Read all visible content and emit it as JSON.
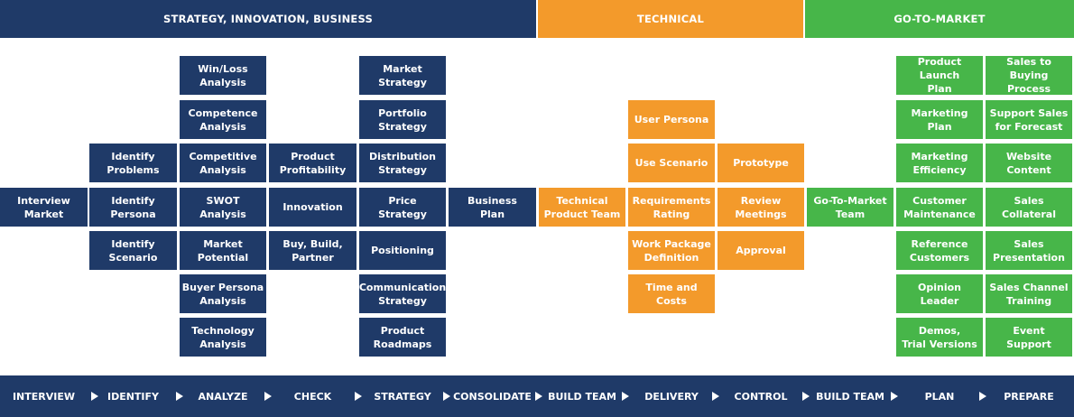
{
  "phases": {
    "strategy": "STRATEGY, INNOVATION, BUSINESS",
    "technical": "TECHNICAL",
    "gtm": "GO-TO-MARKET"
  },
  "colors": {
    "navy": "#1f3a68",
    "orange": "#f39a2b",
    "green": "#47b649"
  },
  "boxes": {
    "interview_market": "Interview\nMarket",
    "identify_problems": "Identify\nProblems",
    "identify_persona": "Identify\nPersona",
    "identify_scenario": "Identify\nScenario",
    "winloss_analysis": "Win/Loss\nAnalysis",
    "competence_analysis": "Competence\nAnalysis",
    "competitive_analysis": "Competitive\nAnalysis",
    "swot_analysis": "SWOT\nAnalysis",
    "market_potential": "Market\nPotential",
    "buyer_persona_analysis": "Buyer Persona\nAnalysis",
    "technology_analysis": "Technology\nAnalysis",
    "product_profitability": "Product\nProfitability",
    "innovation": "Innovation",
    "buy_build_partner": "Buy, Build,\nPartner",
    "market_strategy": "Market\nStrategy",
    "portfolio_strategy": "Portfolio\nStrategy",
    "distribution_strategy": "Distribution\nStrategy",
    "price_strategy": "Price\nStrategy",
    "positioning": "Positioning",
    "communication_strategy": "Communication\nStrategy",
    "product_roadmaps": "Product\nRoadmaps",
    "business_plan": "Business\nPlan",
    "technical_product_team": "Technical\nProduct Team",
    "user_persona": "User Persona",
    "use_scenario": "Use Scenario",
    "requirements_rating": "Requirements\nRating",
    "work_package_definition": "Work Package\nDefinition",
    "time_and_costs": "Time and\nCosts",
    "prototype": "Prototype",
    "review_meetings": "Review\nMeetings",
    "approval": "Approval",
    "gtm_team": "Go-To-Market\nTeam",
    "product_launch_plan": "Product Launch\nPlan",
    "marketing_plan": "Marketing\nPlan",
    "marketing_efficiency": "Marketing\nEfficiency",
    "customer_maintenance": "Customer\nMaintenance",
    "reference_customers": "Reference\nCustomers",
    "opinion_leader": "Opinion\nLeader",
    "demos_trial_versions": "Demos,\nTrial Versions",
    "sales_to_buying_process": "Sales to\nBuying Process",
    "support_sales_forecast": "Support Sales\nfor Forecast",
    "website_content": "Website\nContent",
    "sales_collateral": "Sales\nCollateral",
    "sales_presentation": "Sales\nPresentation",
    "sales_channel_training": "Sales Channel\nTraining",
    "event_support": "Event\nSupport"
  },
  "steps": [
    "INTERVIEW",
    "IDENTIFY",
    "ANALYZE",
    "CHECK",
    "STRATEGY",
    "CONSOLIDATE",
    "BUILD TEAM",
    "DELIVERY",
    "CONTROL",
    "BUILD TEAM",
    "PLAN",
    "PREPARE"
  ]
}
